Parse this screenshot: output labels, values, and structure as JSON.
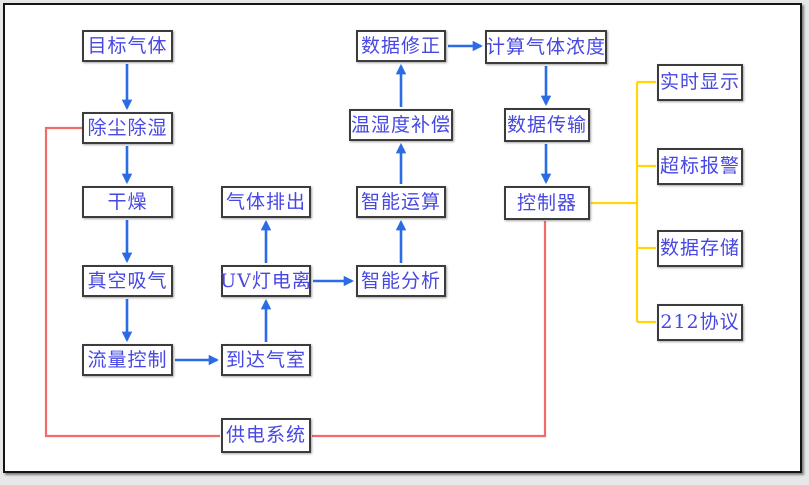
{
  "diagram": {
    "type": "flowchart",
    "title": "gas-detection-process-flowchart",
    "nodes": {
      "target_gas": {
        "label": "目标气体"
      },
      "dedust_dehumidify": {
        "label": "除尘除湿"
      },
      "dry": {
        "label": "干燥"
      },
      "vacuum_suction": {
        "label": "真空吸气"
      },
      "flow_control": {
        "label": "流量控制"
      },
      "gas_exhaust": {
        "label": "气体排出"
      },
      "uv_ionization": {
        "label": "UV灯电离"
      },
      "gas_chamber": {
        "label": "到达气室"
      },
      "smart_analysis": {
        "label": "智能分析"
      },
      "smart_compute": {
        "label": "智能运算"
      },
      "temp_humidity_compensation": {
        "label": "温湿度补偿"
      },
      "data_correction": {
        "label": "数据修正"
      },
      "calc_gas_concentration": {
        "label": "计算气体浓度"
      },
      "data_transmission": {
        "label": "数据传输"
      },
      "controller": {
        "label": "控制器"
      },
      "realtime_display": {
        "label": "实时显示"
      },
      "over_limit_alarm": {
        "label": "超标报警"
      },
      "data_storage": {
        "label": "数据存储"
      },
      "protocol_212": {
        "label": "212协议"
      },
      "power_system": {
        "label": "供电系统"
      }
    },
    "edges": [
      {
        "from": "target_gas",
        "to": "dedust_dehumidify",
        "kind": "flow-arrow"
      },
      {
        "from": "dedust_dehumidify",
        "to": "dry",
        "kind": "flow-arrow"
      },
      {
        "from": "dry",
        "to": "vacuum_suction",
        "kind": "flow-arrow"
      },
      {
        "from": "vacuum_suction",
        "to": "flow_control",
        "kind": "flow-arrow"
      },
      {
        "from": "flow_control",
        "to": "gas_chamber",
        "kind": "flow-arrow"
      },
      {
        "from": "gas_chamber",
        "to": "uv_ionization",
        "kind": "flow-arrow"
      },
      {
        "from": "uv_ionization",
        "to": "gas_exhaust",
        "kind": "flow-arrow"
      },
      {
        "from": "uv_ionization",
        "to": "smart_analysis",
        "kind": "flow-arrow"
      },
      {
        "from": "smart_analysis",
        "to": "smart_compute",
        "kind": "flow-arrow"
      },
      {
        "from": "smart_compute",
        "to": "temp_humidity_compensation",
        "kind": "flow-arrow"
      },
      {
        "from": "temp_humidity_compensation",
        "to": "data_correction",
        "kind": "flow-arrow"
      },
      {
        "from": "data_correction",
        "to": "calc_gas_concentration",
        "kind": "flow-arrow"
      },
      {
        "from": "calc_gas_concentration",
        "to": "data_transmission",
        "kind": "flow-arrow"
      },
      {
        "from": "data_transmission",
        "to": "controller",
        "kind": "flow-arrow"
      },
      {
        "from": "controller",
        "to": "realtime_display",
        "kind": "output-line"
      },
      {
        "from": "controller",
        "to": "over_limit_alarm",
        "kind": "output-line"
      },
      {
        "from": "controller",
        "to": "data_storage",
        "kind": "output-line"
      },
      {
        "from": "controller",
        "to": "protocol_212",
        "kind": "output-line"
      },
      {
        "from": "power_system",
        "to": "dedust_dehumidify",
        "kind": "power-line"
      },
      {
        "from": "power_system",
        "to": "controller",
        "kind": "power-line"
      }
    ],
    "colors": {
      "flow_arrow": "#2b6ce6",
      "power_line": "#f26a6a",
      "output_line": "#ffd60a",
      "node_text": "#4747e2",
      "node_border": "#3c3c3c",
      "frame_border": "#141414",
      "background": "#ffffff"
    }
  }
}
